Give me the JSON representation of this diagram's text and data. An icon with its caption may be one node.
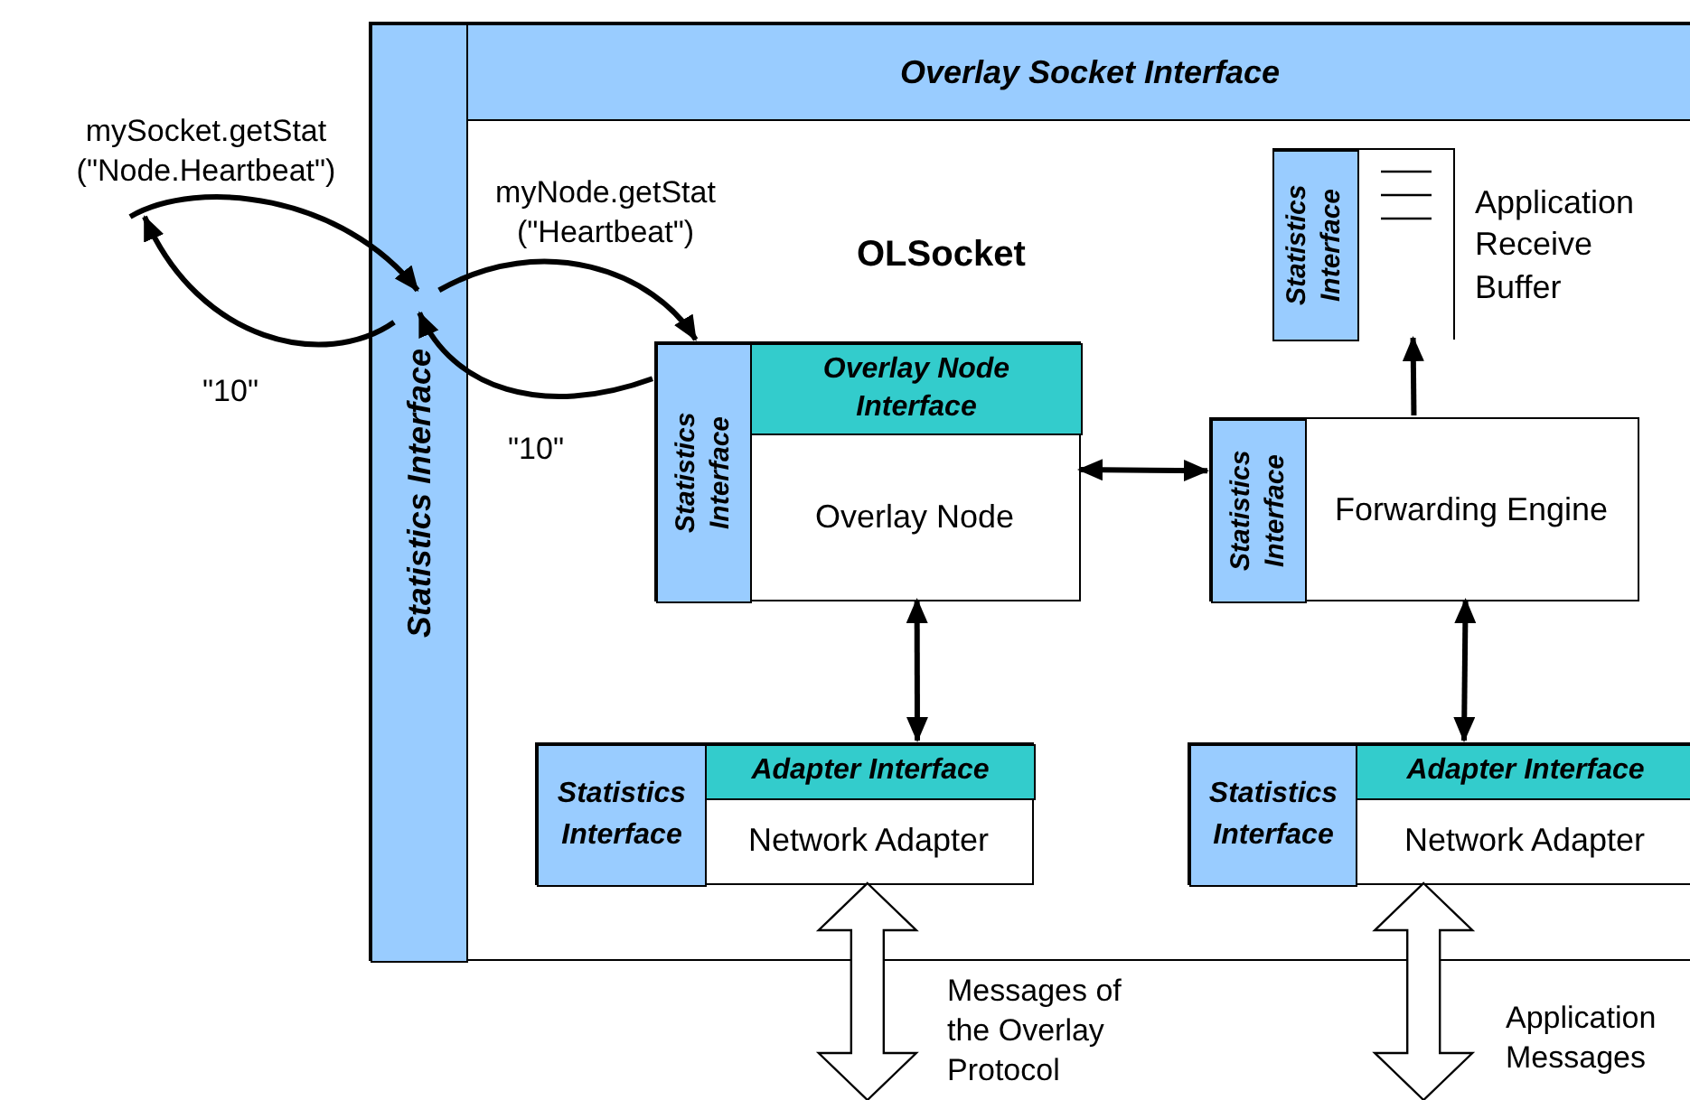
{
  "diagram": {
    "nodes": [
      {
        "text": [
          "OLSocket"
        ]
      },
      {
        "text": [
          "Overlay Socket Interface"
        ],
        "in": 0
      },
      {
        "text": [
          "Statistics Interface"
        ],
        "in": 0
      },
      {
        "text": [
          "Overlay Node"
        ],
        "in": 0
      },
      {
        "text": [
          "Overlay Node Interface"
        ],
        "in": 3
      },
      {
        "text": [
          "Statistics Interface"
        ],
        "in": 3
      },
      {
        "text": [],
        "shape": "box",
        "beside": [
          "Application Receive Buffer"
        ],
        "in": 0
      },
      {
        "text": [
          "Statistics Interface"
        ],
        "in": 6
      },
      {
        "text": [
          "Forwarding Engine"
        ],
        "in": 0
      },
      {
        "text": [
          "Statistics Interface"
        ],
        "in": 8
      },
      {
        "text": [
          "Network Adapter"
        ],
        "in": 0
      },
      {
        "text": [
          "Adapter Interface"
        ],
        "in": 10
      },
      {
        "text": [
          "Statistics Interface"
        ],
        "in": 10
      },
      {
        "text": [
          "Network Adapter"
        ],
        "in": 0
      },
      {
        "text": [
          "Adapter Interface"
        ],
        "in": 13
      },
      {
        "text": [
          "Statistics Interface"
        ],
        "in": 13
      },
      {
        "text": [
          "mySocket.getStat (\"Node.Heartbeat\")"
        ]
      }
    ],
    "edges": [
      {
        "from": 16,
        "to": 2,
        "arrow": "to"
      },
      {
        "from": 2,
        "to": 16,
        "arrow": "to",
        "label": "\"10\""
      },
      {
        "from": 2,
        "to": 5,
        "arrow": "to",
        "label": "myNode.getStat (\"Heartbeat\")"
      },
      {
        "from": 5,
        "to": 2,
        "arrow": "to",
        "label": "\"10\""
      },
      {
        "from": 3,
        "to": 8,
        "arrow": "both"
      },
      {
        "from": 8,
        "to": 6,
        "arrow": "to"
      },
      {
        "from": 3,
        "to": 10,
        "arrow": "both"
      },
      {
        "from": 8,
        "to": 13,
        "arrow": "both"
      },
      {
        "from": 10,
        "to": null,
        "arrow": "both",
        "style": "thick",
        "label": "Messages of the Overlay Protocol"
      },
      {
        "from": 13,
        "to": null,
        "arrow": "both",
        "style": "thick",
        "label": "Application Messages"
      }
    ]
  }
}
